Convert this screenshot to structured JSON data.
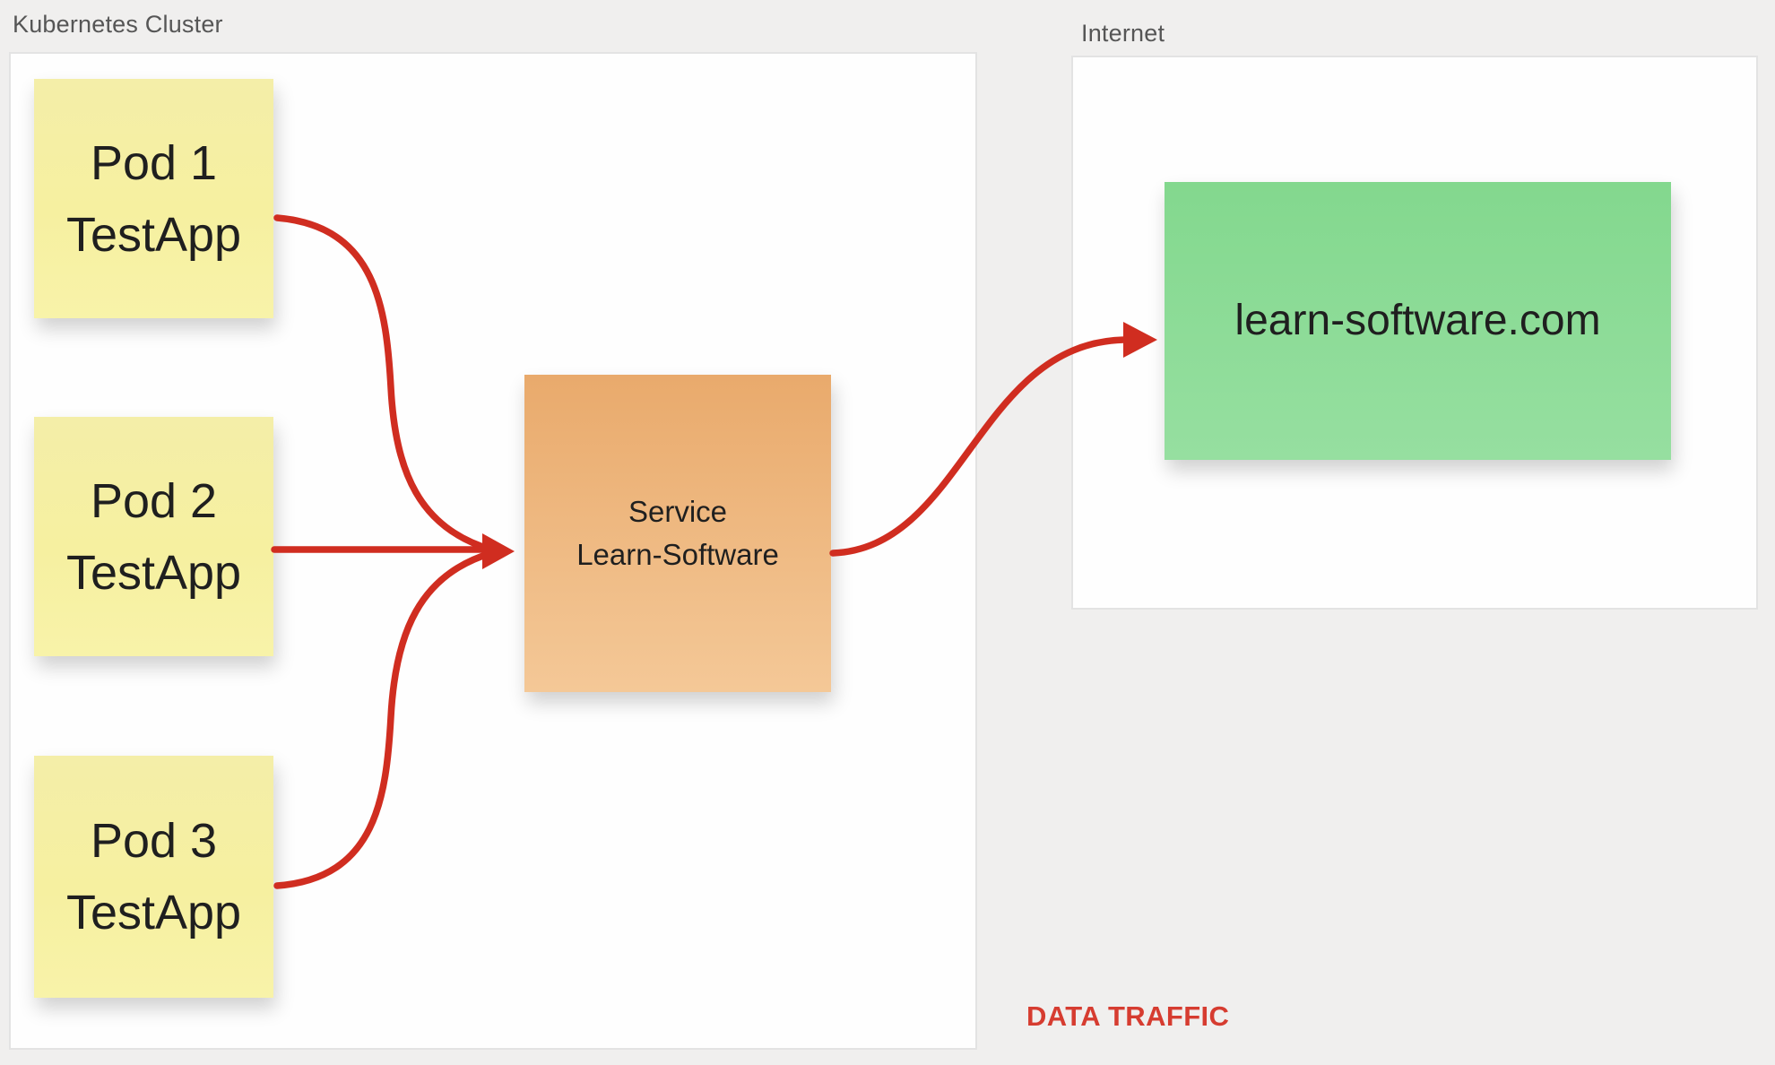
{
  "canvas": {
    "cluster_label": "Kubernetes Cluster",
    "internet_label": "Internet",
    "traffic_label": "DATA TRAFFIC"
  },
  "pods": [
    {
      "line1": "Pod 1",
      "line2": "TestApp"
    },
    {
      "line1": "Pod 2",
      "line2": "TestApp"
    },
    {
      "line1": "Pod 3",
      "line2": "TestApp"
    }
  ],
  "service": {
    "line1": "Service",
    "line2": "Learn-Software"
  },
  "website": {
    "label": "learn-software.com"
  },
  "colors": {
    "background": "#f0efee",
    "container_bg": "#fefefe",
    "container_border": "#e3e3e3",
    "note_yellow_top": "#f4eea8",
    "note_yellow_bottom": "#f8f3a9",
    "note_orange_top": "#e9aa6c",
    "note_orange_bottom": "#f4c897",
    "note_green_top": "#83d88e",
    "note_green_bottom": "#96dfa0",
    "arrow_red": "#d02d20",
    "traffic_red": "#d63c30",
    "label_gray": "#565656",
    "text_dark": "#1f1f1f"
  }
}
